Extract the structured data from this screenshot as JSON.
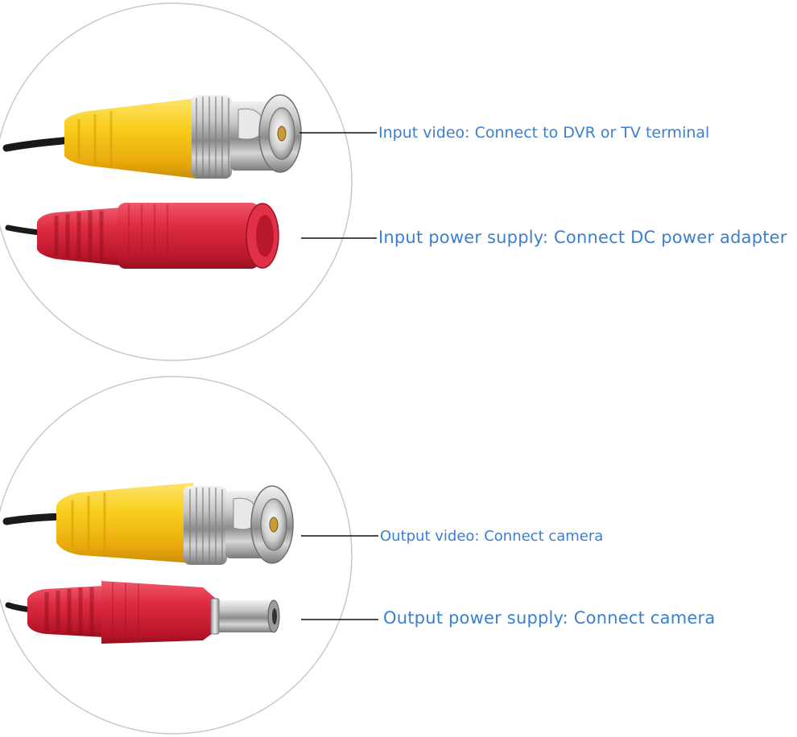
{
  "labels": {
    "input_video": "Input video: Connect to DVR or TV terminal",
    "input_power": "Input power supply: Connect DC power adapter",
    "output_video": "Output video: Connect camera",
    "output_power": "Output power supply: Connect camera"
  },
  "colors": {
    "label_text": "#3a7fd0",
    "leader_line": "#111111",
    "circle_outline": "#c8c8c8",
    "bnc_boot_yellow": "#f6c81a",
    "dc_boot_red": "#d9283a",
    "cable_black": "#1a1a1a",
    "metal": "#b9b9b9"
  },
  "icons": {
    "top_video_connector": "bnc-male-connector-icon",
    "top_power_connector": "dc-female-jack-icon",
    "bottom_video_connector": "bnc-male-connector-icon",
    "bottom_power_connector": "dc-male-plug-icon"
  }
}
